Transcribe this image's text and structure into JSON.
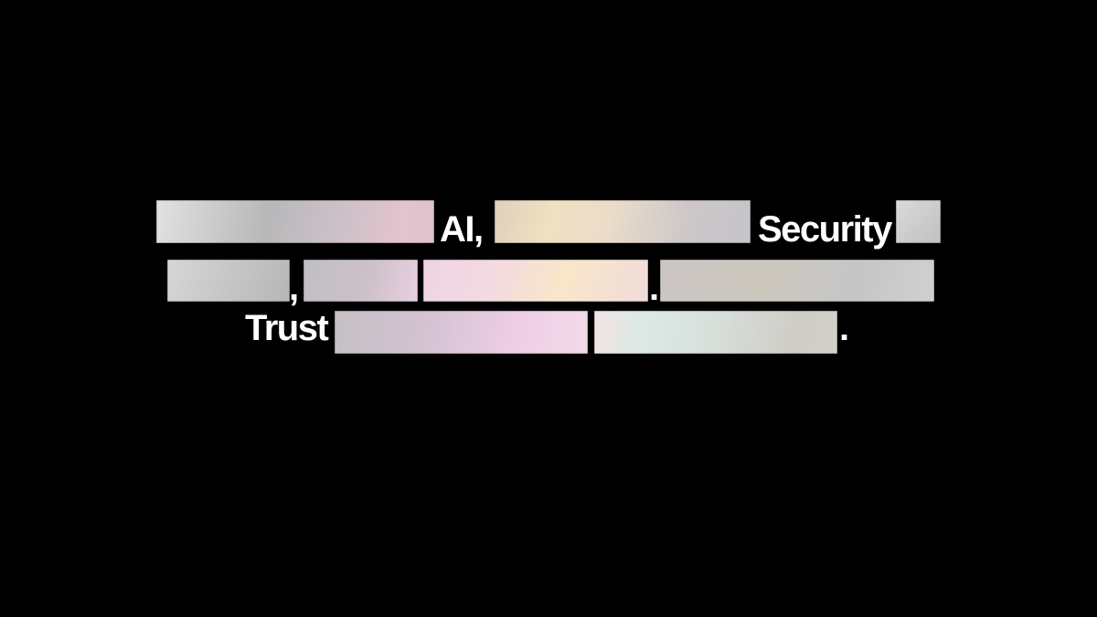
{
  "page": {
    "background_color": "#000000",
    "text_color": "#ffffff",
    "description": "Black slide with a three-line redacted headline; only some words are visible, the rest are covered by gradient bars"
  },
  "headline": {
    "rows": [
      {
        "items": [
          {
            "kind": "redacted-block",
            "gradient": {
              "angle": 100,
              "stops": [
                "#e2e2e2 0%",
                "#b8b7b9 40%",
                "#c9c0c6 62%",
                "#e3c3ce 88%",
                "#ddc2cb 100%"
              ]
            }
          },
          {
            "kind": "word",
            "text": "AI,"
          },
          {
            "kind": "redacted-block",
            "gradient": {
              "angle": 100,
              "stops": [
                "#dfd0bd 0%",
                "#f0e0c0 22%",
                "#eadcc9 45%",
                "#cdc7c9 75%",
                "#c6c4c9 100%"
              ]
            }
          },
          {
            "kind": "word",
            "text": "Security"
          },
          {
            "kind": "redacted-block",
            "gradient": {
              "angle": 135,
              "stops": [
                "#dadada 0%",
                "#c0c0c0 100%"
              ]
            }
          }
        ]
      },
      {
        "items": [
          {
            "kind": "redacted-block",
            "gradient": {
              "angle": 110,
              "stops": [
                "#d6d6d6 0%",
                "#b6b6b8 100%"
              ]
            }
          },
          {
            "kind": "word",
            "text": ","
          },
          {
            "kind": "redacted-block",
            "gradient": {
              "angle": 100,
              "stops": [
                "#c0bfc2 0%",
                "#ccc0c9 55%",
                "#e8cfe0 100%"
              ]
            }
          },
          {
            "kind": "redacted-block",
            "gradient": {
              "angle": 105,
              "stops": [
                "#eed3e3 0%",
                "#f3d9e1 30%",
                "#f8e7c9 62%",
                "#f0dcda 100%"
              ]
            }
          },
          {
            "kind": "word",
            "text": "."
          },
          {
            "kind": "redacted-block",
            "gradient": {
              "angle": 100,
              "stops": [
                "#cbc6c4 0%",
                "#cdc8be 38%",
                "#c6c6c8 72%",
                "#d0d0d0 100%"
              ]
            }
          }
        ]
      },
      {
        "items": [
          {
            "kind": "word",
            "text": "Trust"
          },
          {
            "kind": "redacted-block",
            "gradient": {
              "angle": 100,
              "stops": [
                "#c4c0c4 0%",
                "#d5c3d3 38%",
                "#eecee6 72%",
                "#f1dae8 100%"
              ]
            }
          },
          {
            "kind": "redacted-block",
            "gradient": {
              "angle": 100,
              "stops": [
                "#f2e3e3 0%",
                "#dbeae6 22%",
                "#d7ddd9 52%",
                "#cfccc6 82%",
                "#d1d0ca 100%"
              ]
            }
          },
          {
            "kind": "word",
            "text": "."
          }
        ]
      }
    ]
  }
}
